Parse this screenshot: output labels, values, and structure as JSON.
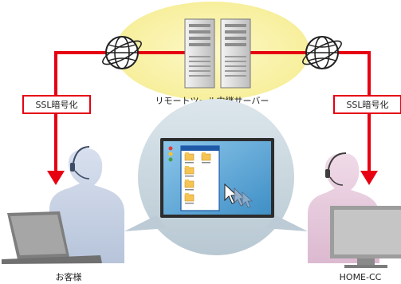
{
  "diagram": {
    "server_label": "リモートツール中継サーバー",
    "ssl_left": "SSL暗号化",
    "ssl_right": "SSL暗号化",
    "customer_label": "お客様",
    "home_cc_label": "HOME-CC"
  },
  "colors": {
    "line_red": "#e60012",
    "server_cloud": "#fbf3b0",
    "bubble": "#c9d7df",
    "customer_silhouette": "#c2cee0",
    "operator_silhouette": "#e6c9dd",
    "screen_blue": "#5da7d6",
    "laptop_gray": "#8a8a8a",
    "monitor_gray": "#b0b0b0"
  },
  "icons": [
    "globe-icon",
    "server-icon",
    "folder-icon",
    "cursor-icon",
    "laptop-icon",
    "monitor-icon",
    "headset-icon"
  ]
}
